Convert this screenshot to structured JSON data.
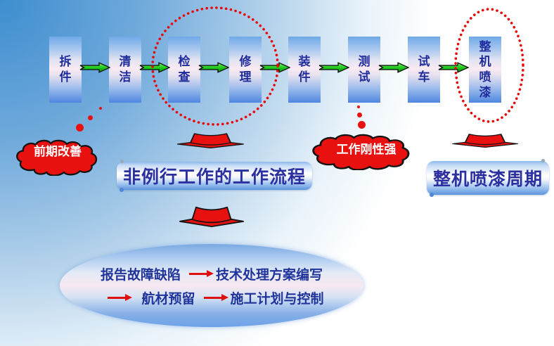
{
  "flow": {
    "steps": [
      {
        "label": "拆件"
      },
      {
        "label": "清洁"
      },
      {
        "label": "检查"
      },
      {
        "label": "修理"
      },
      {
        "label": "装件"
      },
      {
        "label": "测试"
      },
      {
        "label": "试车"
      },
      {
        "label": "整机喷漆"
      }
    ]
  },
  "callouts": {
    "left_cloud": "前期改善",
    "middle_cloud": "工作刚性强"
  },
  "banners": {
    "left": "非例行工作的工作流程",
    "right": "整机喷漆周期"
  },
  "summary": {
    "line1_start": "报告故障缺陷",
    "line1_end": "技术处理方案编写",
    "line2_start": "航材预留",
    "line2_end": "施工计划与控制"
  },
  "colors": {
    "flow_box_text": "#202C9C",
    "arrow_green": "#22CC22",
    "highlight_red": "#E91010",
    "banner_text": "#2B2FA0",
    "summary_text": "#21349C",
    "cloud_text": "#FFFFFF"
  }
}
